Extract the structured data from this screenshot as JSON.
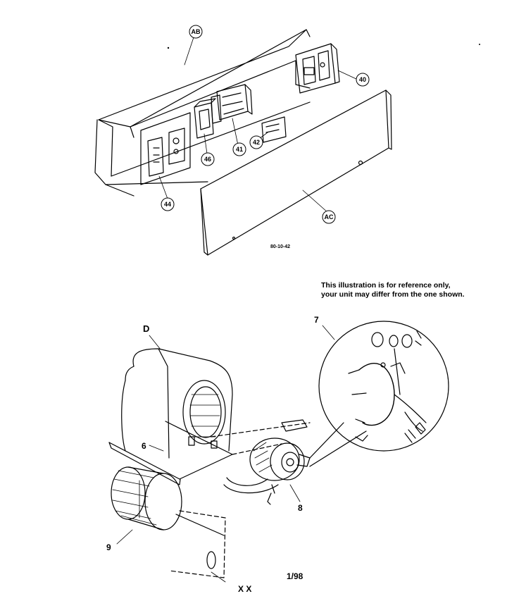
{
  "callouts": {
    "ab": "AB",
    "ac": "AC",
    "c40": "40",
    "c41": "41",
    "c42": "42",
    "c44": "44",
    "c46": "46"
  },
  "drawing_code": "80-10-42",
  "note": {
    "line1": "This illustration is for reference only,",
    "line2": "your unit may differ from the one shown."
  },
  "labels": {
    "d": "D",
    "six": "6",
    "seven": "7",
    "eight": "8",
    "nine": "9",
    "xx": "X X"
  },
  "date_code": "1/98"
}
